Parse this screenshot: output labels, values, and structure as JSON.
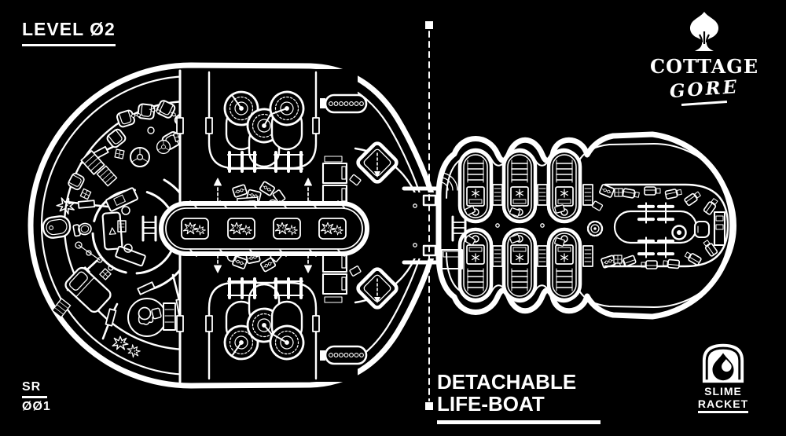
{
  "colors": {
    "background": "#000000",
    "line": "#ffffff"
  },
  "header": {
    "level_label": "LEVEL Ø2"
  },
  "brand": {
    "line1": "COTTAGE",
    "line2": "GORE",
    "icon": "tree-icon"
  },
  "serial": {
    "code": "SR",
    "number": "ØØ1"
  },
  "lifeboat_annotation": {
    "line1": "DETACHABLE",
    "line2": "LIFE-BOAT"
  },
  "studio_logo": {
    "line1": "SLIME",
    "line2": "RACKET",
    "icon": "droplet-icon"
  },
  "map": {
    "label": "deck-plan-level-02"
  }
}
